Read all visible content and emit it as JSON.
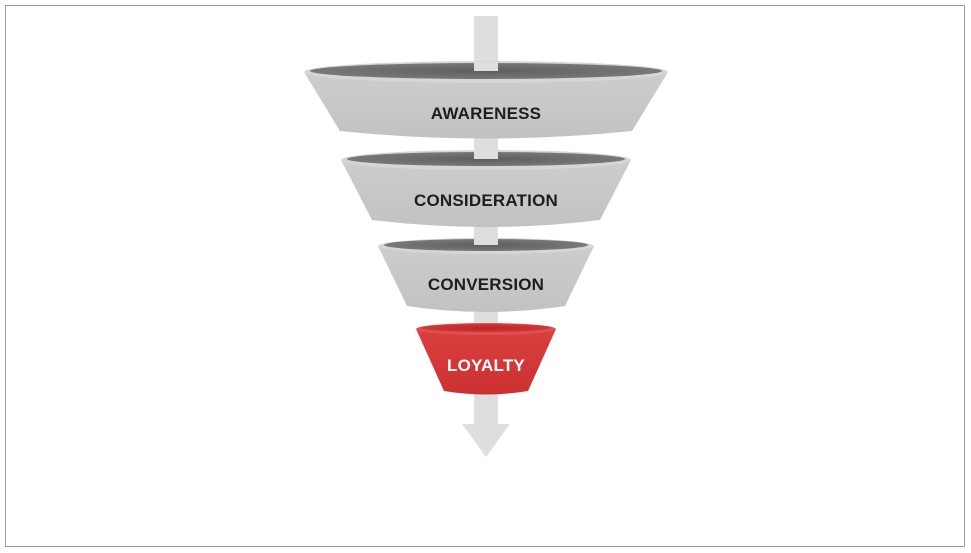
{
  "diagram": {
    "stages": [
      {
        "label": "AWARENESS",
        "color": "#c8c8c8",
        "text_color": "#1e1e1e"
      },
      {
        "label": "CONSIDERATION",
        "color": "#c8c8c8",
        "text_color": "#1e1e1e"
      },
      {
        "label": "CONVERSION",
        "color": "#c8c8c8",
        "text_color": "#1e1e1e"
      },
      {
        "label": "LOYALTY",
        "color": "#d63a3a",
        "text_color": "#ffffff"
      }
    ],
    "arrow_color": "#dedede",
    "rim_color": "#6a6a6a"
  }
}
